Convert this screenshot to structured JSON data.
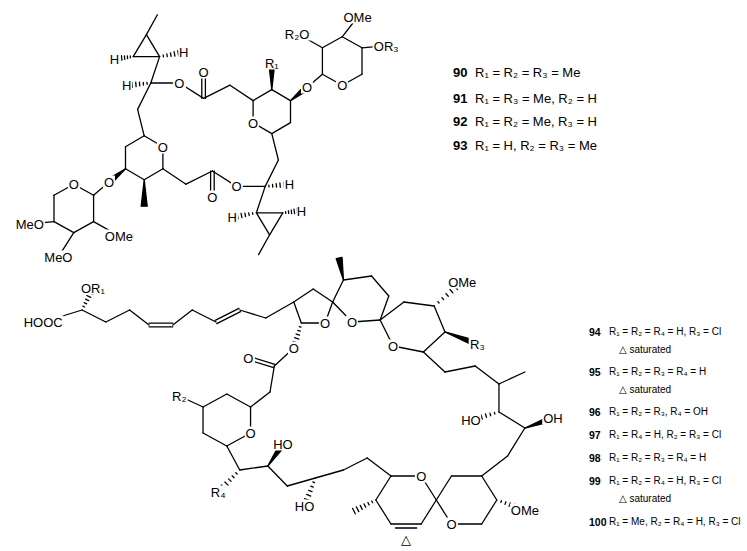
{
  "diagram": {
    "labels": [
      "H",
      "H",
      "O",
      "R₂O",
      "OMe",
      "R₁",
      "H",
      "O",
      "O",
      "O",
      "OR₃",
      "O",
      "O",
      "MeO",
      "O",
      "O",
      "H",
      "O",
      "O",
      "MeO",
      "OMe",
      "H",
      "H",
      "90",
      "R₁ = R₂ = R₃ = Me",
      "91",
      "R₁ = R₃ = Me, R₂ = H",
      "92",
      "R₁ = R₂ = Me, R₃ = H",
      "93",
      "R₁ = H, R₂ = R₃ = Me",
      "OR₁",
      "HOOC",
      "O",
      "O",
      "OMe",
      "O",
      "R₃",
      "O",
      "O",
      "R₂",
      "O",
      "HO",
      "HO",
      "OH",
      "R₄",
      "O",
      "HO",
      "OMe",
      "O",
      "△",
      "94",
      "R₁ = R₂ = R₄ = H, R₃ = Cl",
      "△ saturated",
      "95",
      "R₁ = R₂ = R₃ = R₄ = H",
      "△ saturated",
      "96",
      "R₁ = R₂ = R₃, R₄ = OH",
      "97",
      "R₁ = R₄ = H, R₂ = R₃ = Cl",
      "98",
      "R₁ = R₂ = R₃ = R₄ = H",
      "99",
      "R₁ = R₂ = R₄ = H, R₃ = Cl",
      "△ saturated",
      "100",
      "R₁ = Me, R₂ = R₄ = H, R₃ = Cl"
    ]
  }
}
